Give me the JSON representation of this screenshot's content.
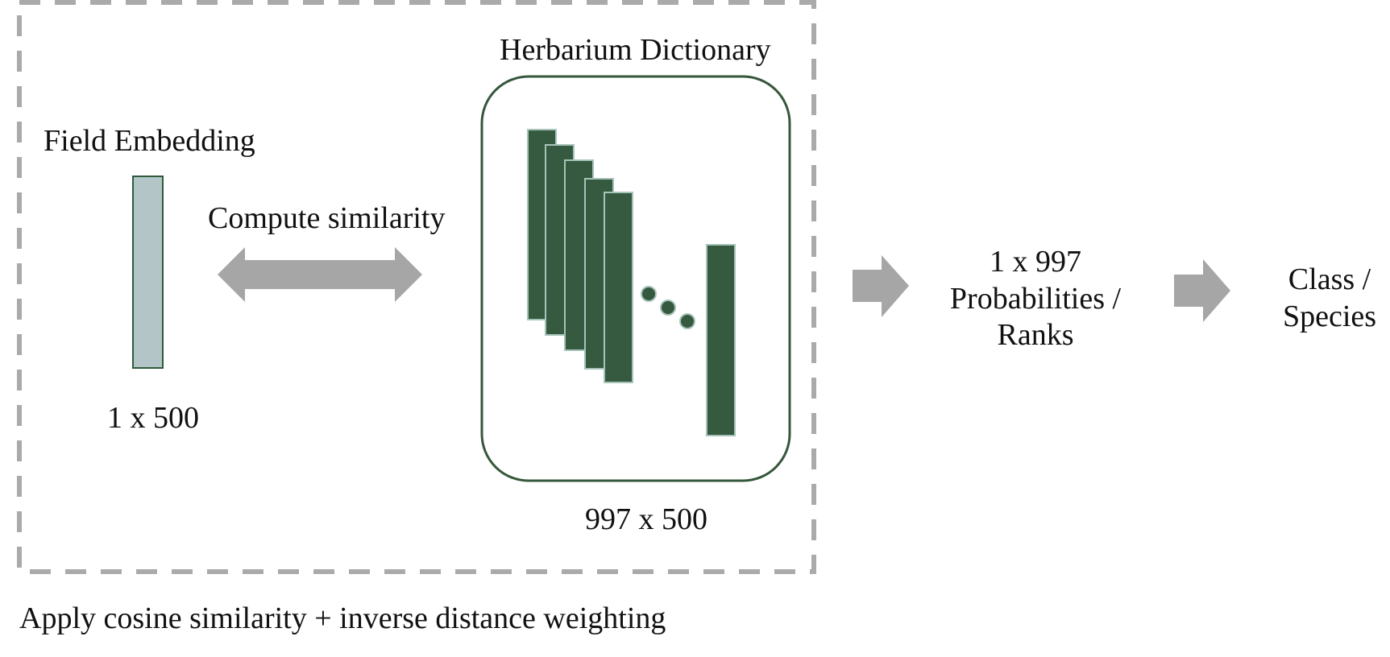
{
  "diagram": {
    "field_embedding": {
      "title": "Field Embedding",
      "dims": "1 x 500"
    },
    "similarity": {
      "label": "Compute similarity"
    },
    "dictionary": {
      "title": "Herbarium Dictionary",
      "dims": "997 x 500"
    },
    "output": {
      "line1": "1 x 997",
      "line2": "Probabilities /",
      "line3": "Ranks"
    },
    "result": {
      "line1": "Class /",
      "line2": "Species"
    },
    "footer": "Apply cosine similarity + inverse distance weighting"
  },
  "colors": {
    "dashed_border": "#aaaaaa",
    "arrow": "#a6a6a6",
    "field_fill": "#b4c5c8",
    "field_stroke": "#2f5a3a",
    "dict_fill": "#355a3f",
    "dict_stroke": "#a7c3b9",
    "dict_box_stroke": "#35573b"
  }
}
